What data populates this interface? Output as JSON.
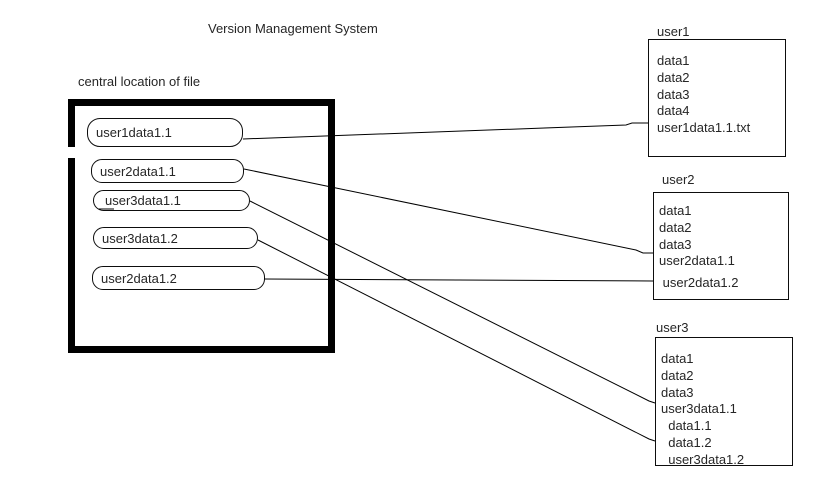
{
  "title": "Version Management System",
  "central": {
    "label": "central location of file",
    "files": [
      {
        "name": "user1data1.1"
      },
      {
        "name": "user2data1.1"
      },
      {
        "name": "user3data1.1"
      },
      {
        "name": "user3data1.2"
      },
      {
        "name": "user2data1.2"
      }
    ]
  },
  "users": [
    {
      "name": "user1",
      "files": [
        "data1",
        "data2",
        "data3",
        "data4",
        "user1data1.1.txt"
      ]
    },
    {
      "name": "user2",
      "files": [
        "data1",
        "data2",
        "data3",
        "user2data1.1",
        "",
        " user2data1.2"
      ]
    },
    {
      "name": "user3",
      "files": [
        "data1",
        "data2",
        "data3",
        "user3data1.1",
        "  data1.1",
        "  data1.2",
        "  user3data1.2"
      ]
    }
  ],
  "colors": {
    "background": "#ffffff",
    "line": "#000000",
    "text": "#262626",
    "thick_border": "#000000"
  }
}
